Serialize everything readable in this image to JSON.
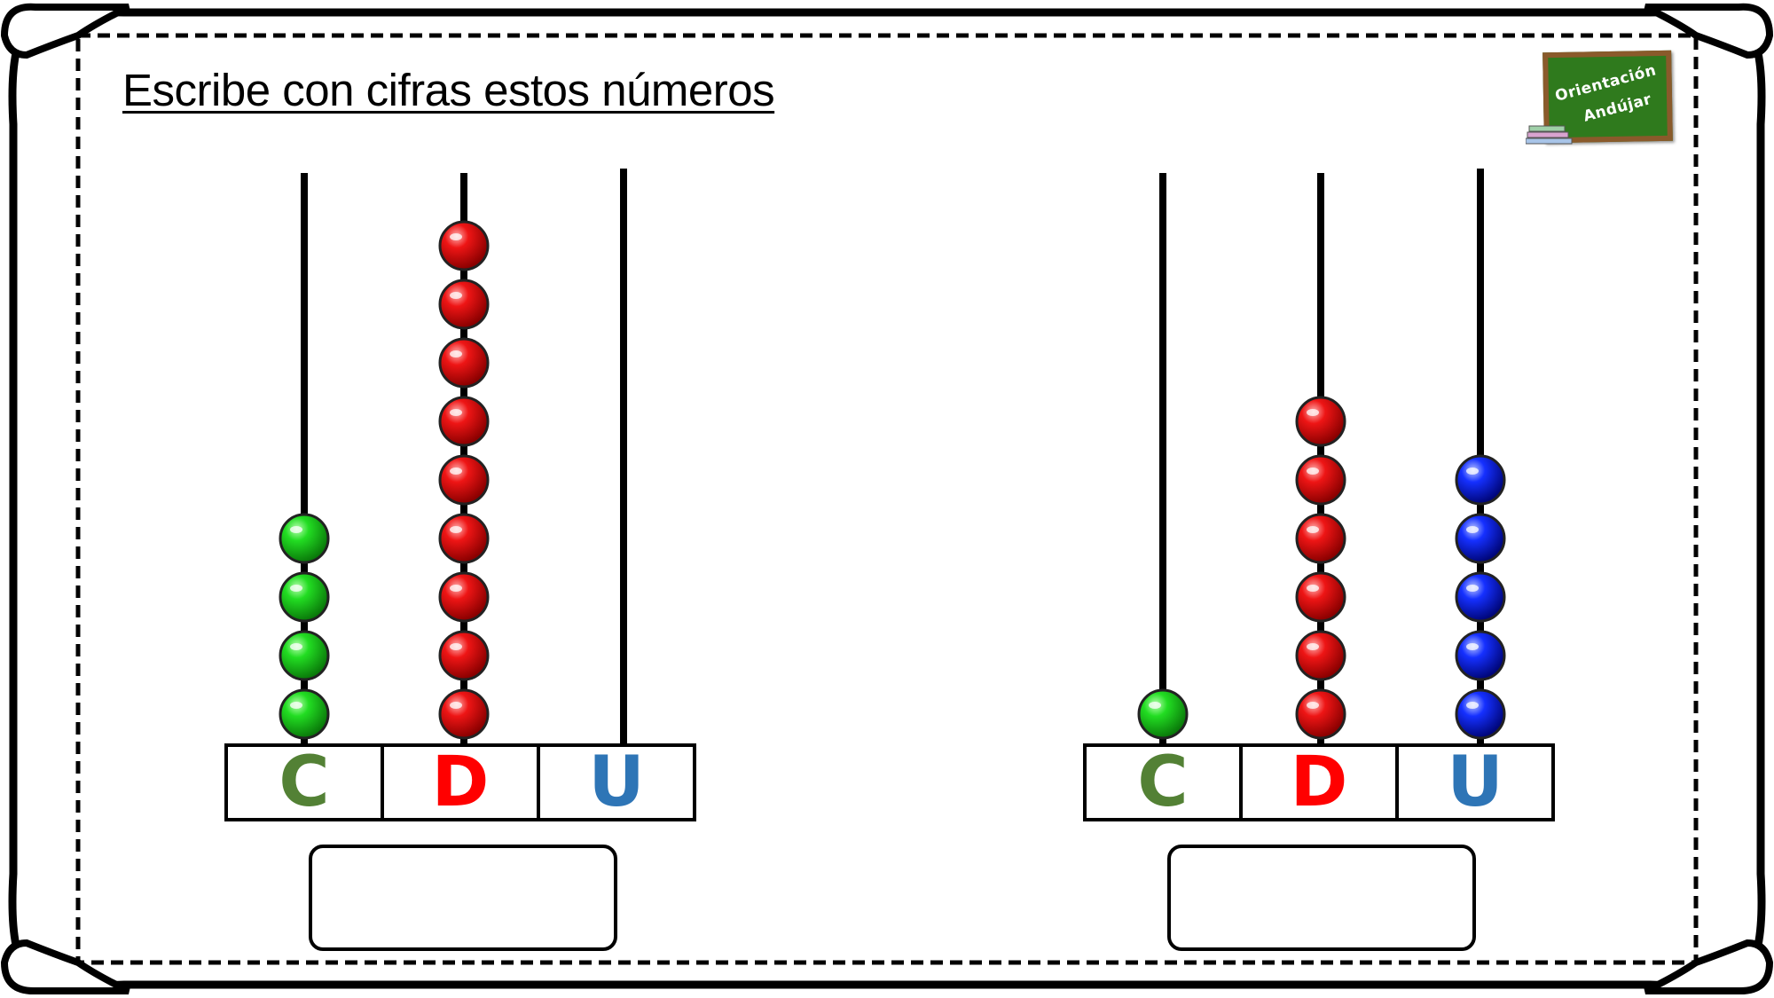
{
  "title": "Escribe con cifras estos números",
  "logo": {
    "line1": "Orientación",
    "line2": "Andújar"
  },
  "colors": {
    "hundreds": "#538135",
    "tens": "#ff0000",
    "units": "#2e75b6",
    "bead_green": "#22cc22",
    "bead_red": "#e01010",
    "bead_blue": "#1a3cff"
  },
  "abaci": [
    {
      "labels": [
        "C",
        "D",
        "U"
      ],
      "beads": {
        "hundreds": 4,
        "tens": 9,
        "units": 0
      },
      "answer": ""
    },
    {
      "labels": [
        "C",
        "D",
        "U"
      ],
      "beads": {
        "hundreds": 1,
        "tens": 6,
        "units": 5
      },
      "answer": ""
    }
  ]
}
